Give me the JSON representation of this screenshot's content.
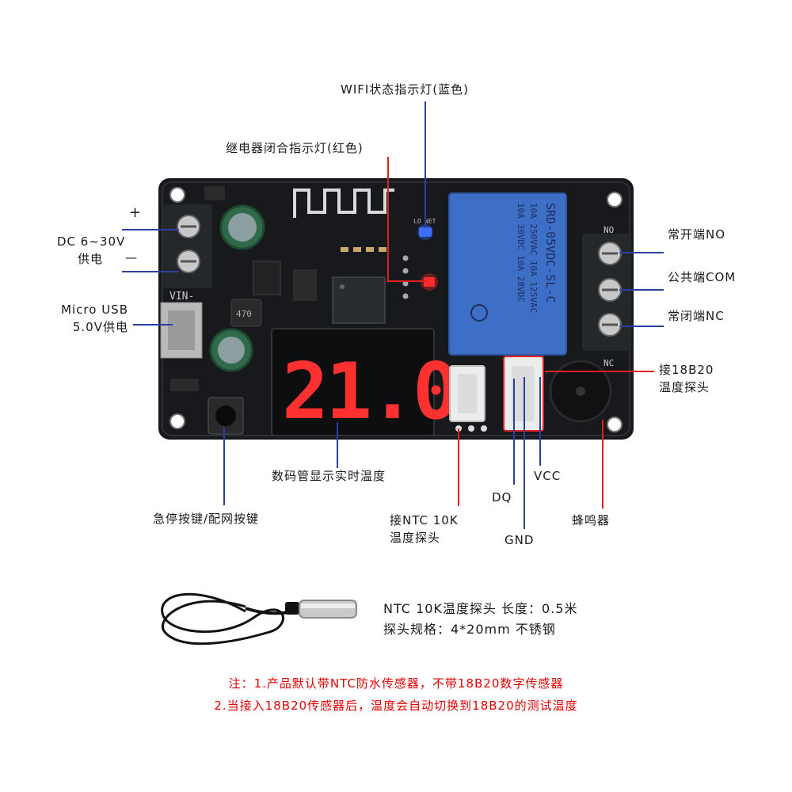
{
  "labels": {
    "wifi_led": "WIFI状态指示灯(蓝色)",
    "relay_led": "继电器闭合指示灯(红色)",
    "dc_plus": "+",
    "dc_minus": "—",
    "dc_power_line1": "DC 6~30V",
    "dc_power_line2": "供电",
    "usb_line1": "Micro USB",
    "usb_line2": "5.0V供电",
    "no_terminal": "常开端NO",
    "com_terminal": "公共端COM",
    "nc_terminal": "常闭端NC",
    "ds18b20_line1": "接18B20",
    "ds18b20_line2": "温度探头",
    "display_label": "数码管显示实时温度",
    "button_label": "急停按键/配网按键",
    "ntc_line1": "接NTC 10K",
    "ntc_line2": "温度探头",
    "dq": "DQ",
    "vcc": "VCC",
    "gnd": "GND",
    "buzzer": "蜂鸣器"
  },
  "display": {
    "value": "21.0"
  },
  "board_silk": {
    "vin": "VIN-",
    "relay_text_1": "SRD-05VDC-SL-C",
    "relay_text_2": "10A 250VAC  10A 125VAC",
    "relay_text_3": "10A 30VDC  10A 28VDC",
    "no_pin": "NO",
    "nc_pin": "NC",
    "net": "NET",
    "lo": "LO"
  },
  "probe": {
    "line1": "NTC 10K温度探头  长度：0.5米",
    "line2": "探头规格：4*20mm   不锈钢"
  },
  "notes": {
    "line1": "注：1.产品默认带NTC防水传感器，不带18B20数字传感器",
    "line2": "2.当接入18B20传感器后，温度会自动切换到18B20的测试温度"
  },
  "colors": {
    "pcb": "#17191c",
    "relay": "#3d6fc7",
    "led_red": "#ff2a2a",
    "led_blue": "#3b6dff",
    "annot_line": "#2a3fa0",
    "annot_red": "#e02020"
  }
}
